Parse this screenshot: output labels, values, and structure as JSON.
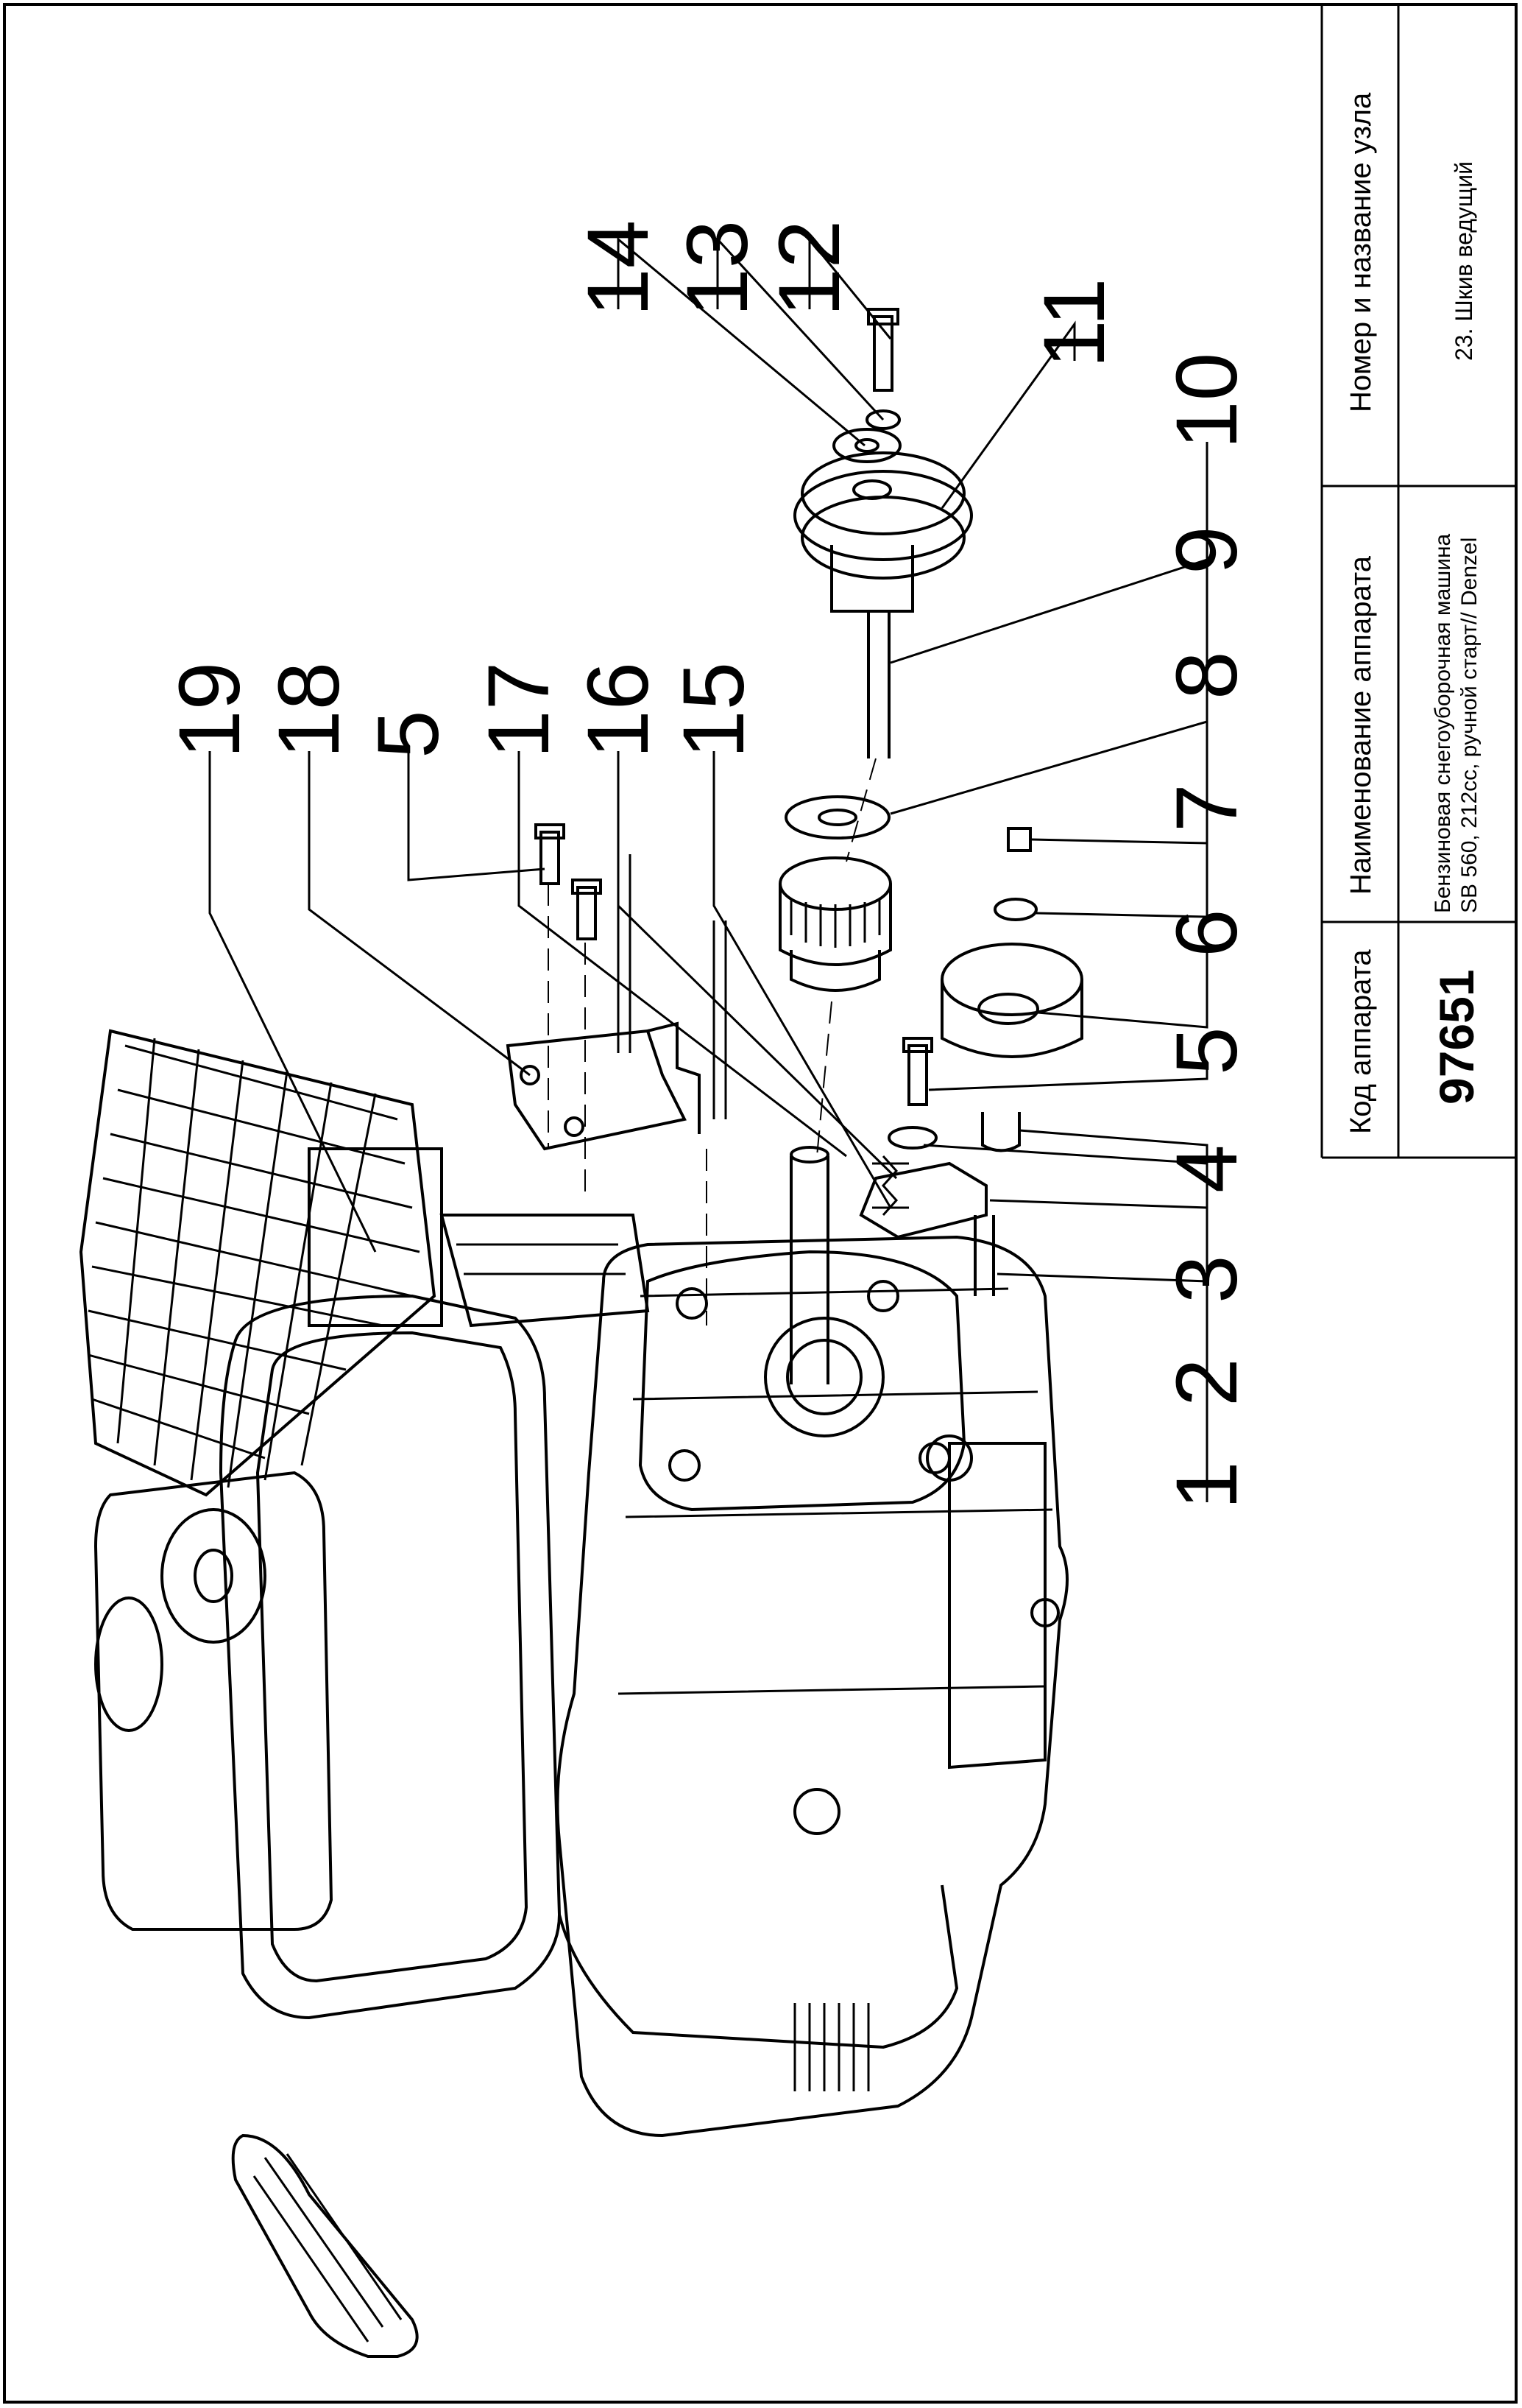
{
  "title_block": {
    "code_header": "Код аппарата",
    "code_value": "97651",
    "device_header": "Наименование аппарата",
    "device_line1": "Бензиновая снегоуборочная машина",
    "device_line2": "SB 560, 212cc, ручной старт// Denzel",
    "assembly_header": "Номер и название узла",
    "assembly_value": "23. Шкив ведущий"
  },
  "callouts": [
    {
      "id": "c1",
      "label": "1"
    },
    {
      "id": "c2",
      "label": "2"
    },
    {
      "id": "c3",
      "label": "3"
    },
    {
      "id": "c4",
      "label": "4"
    },
    {
      "id": "c5a",
      "label": "5"
    },
    {
      "id": "c6",
      "label": "6"
    },
    {
      "id": "c7",
      "label": "7"
    },
    {
      "id": "c8",
      "label": "8"
    },
    {
      "id": "c9",
      "label": "9"
    },
    {
      "id": "c10",
      "label": "10"
    },
    {
      "id": "c11",
      "label": "11"
    },
    {
      "id": "c12",
      "label": "12"
    },
    {
      "id": "c13",
      "label": "13"
    },
    {
      "id": "c14",
      "label": "14"
    },
    {
      "id": "c15",
      "label": "15"
    },
    {
      "id": "c16",
      "label": "16"
    },
    {
      "id": "c17",
      "label": "17"
    },
    {
      "id": "c5b",
      "label": "5"
    },
    {
      "id": "c18",
      "label": "18"
    },
    {
      "id": "c19",
      "label": "19"
    }
  ]
}
